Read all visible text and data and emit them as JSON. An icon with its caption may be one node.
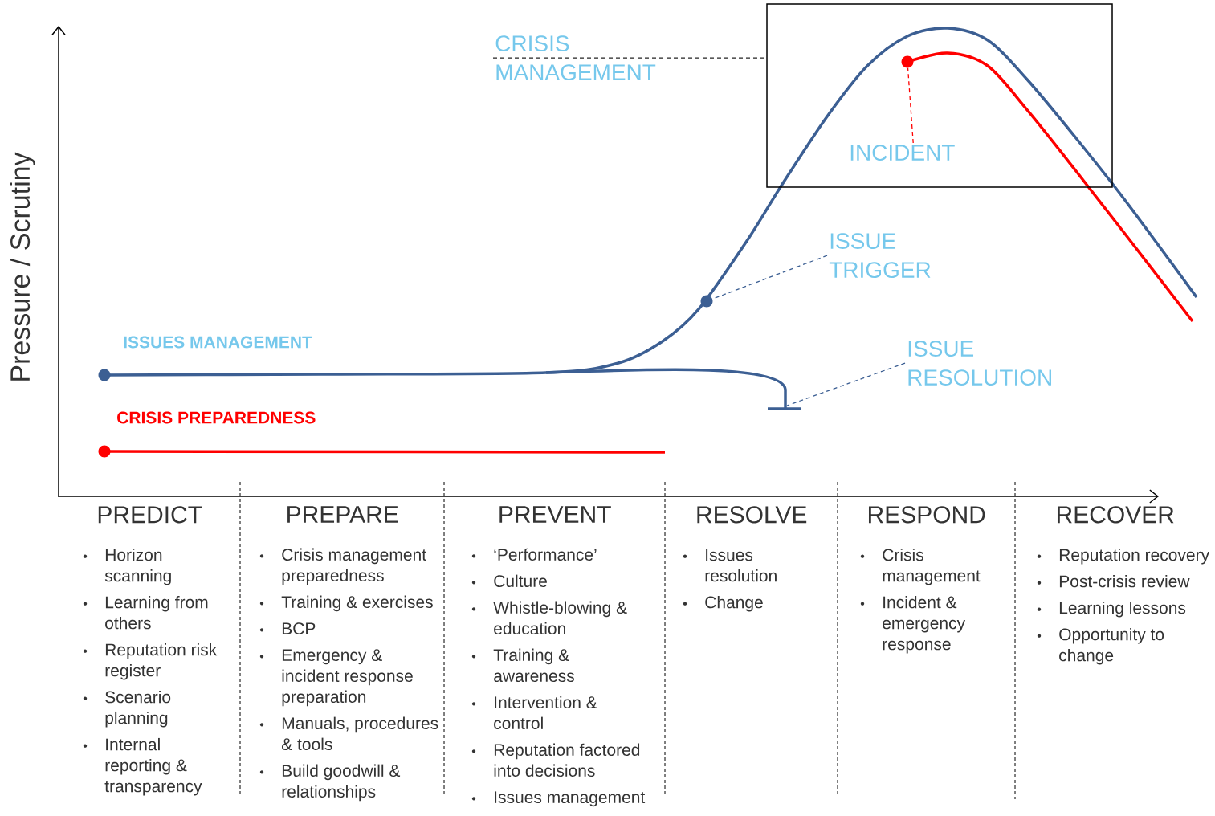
{
  "diagram": {
    "nodes": [
      {
        "text": [
          "CRISIS MANAGEMENT"
        ]
      },
      {
        "text": [],
        "shape": "box"
      },
      {
        "text": [
          "INCIDENT"
        ],
        "in": 1
      },
      {
        "text": [],
        "shape": "circle",
        "in": 1
      },
      {
        "text": [
          "ISSUE TRIGGER"
        ]
      },
      {
        "text": [],
        "shape": "circle"
      },
      {
        "text": [
          "ISSUE RESOLUTION"
        ]
      },
      {
        "text": [
          "PREDICT",
          "Horizon scanning",
          "Learning from others",
          "Reputation risk register",
          "Scenario planning",
          "Internal reporting & transparency"
        ]
      },
      {
        "text": [
          "PREPARE",
          "Crisis management preparedness",
          "Training & exercises",
          "BCP",
          "Emergency & incident response preparation",
          "Manuals, procedures & tools",
          "Build goodwill & relationships"
        ]
      },
      {
        "text": [
          "PREVENT",
          "‘Performance’",
          "Culture",
          "Whistle-blowing & education",
          "Training & awareness",
          "Intervention & control",
          "Reputation factored into decisions",
          "Issues management"
        ]
      },
      {
        "text": [
          "RESOLVE",
          "Issues resolution",
          "Change"
        ]
      },
      {
        "text": [
          "RESPOND",
          "Crisis management",
          "Incident & emergency response"
        ]
      },
      {
        "text": [
          "RECOVER",
          "Reputation recovery",
          "Post-crisis review",
          "Learning lessons",
          "Opportunity to change"
        ]
      },
      {
        "text": [],
        "shape": "circle"
      },
      {
        "text": [],
        "shape": "circle"
      }
    ],
    "edges": [
      {
        "from": 0,
        "to": 1,
        "arrow": "none",
        "style": "dashed",
        "color": "#222222"
      },
      {
        "from": 2,
        "to": 3,
        "arrow": "none",
        "style": "dashed",
        "color": "#ff0000"
      },
      {
        "from": 4,
        "to": 5,
        "arrow": "none",
        "style": "dashed"
      },
      {
        "from": 6,
        "to": null,
        "arrow": "none",
        "style": "dashed"
      }
    ],
    "labels": [
      "Pressure / Scrutiny",
      "ISSUES MANAGEMENT",
      "CRISIS PREPAREDNESS"
    ]
  }
}
